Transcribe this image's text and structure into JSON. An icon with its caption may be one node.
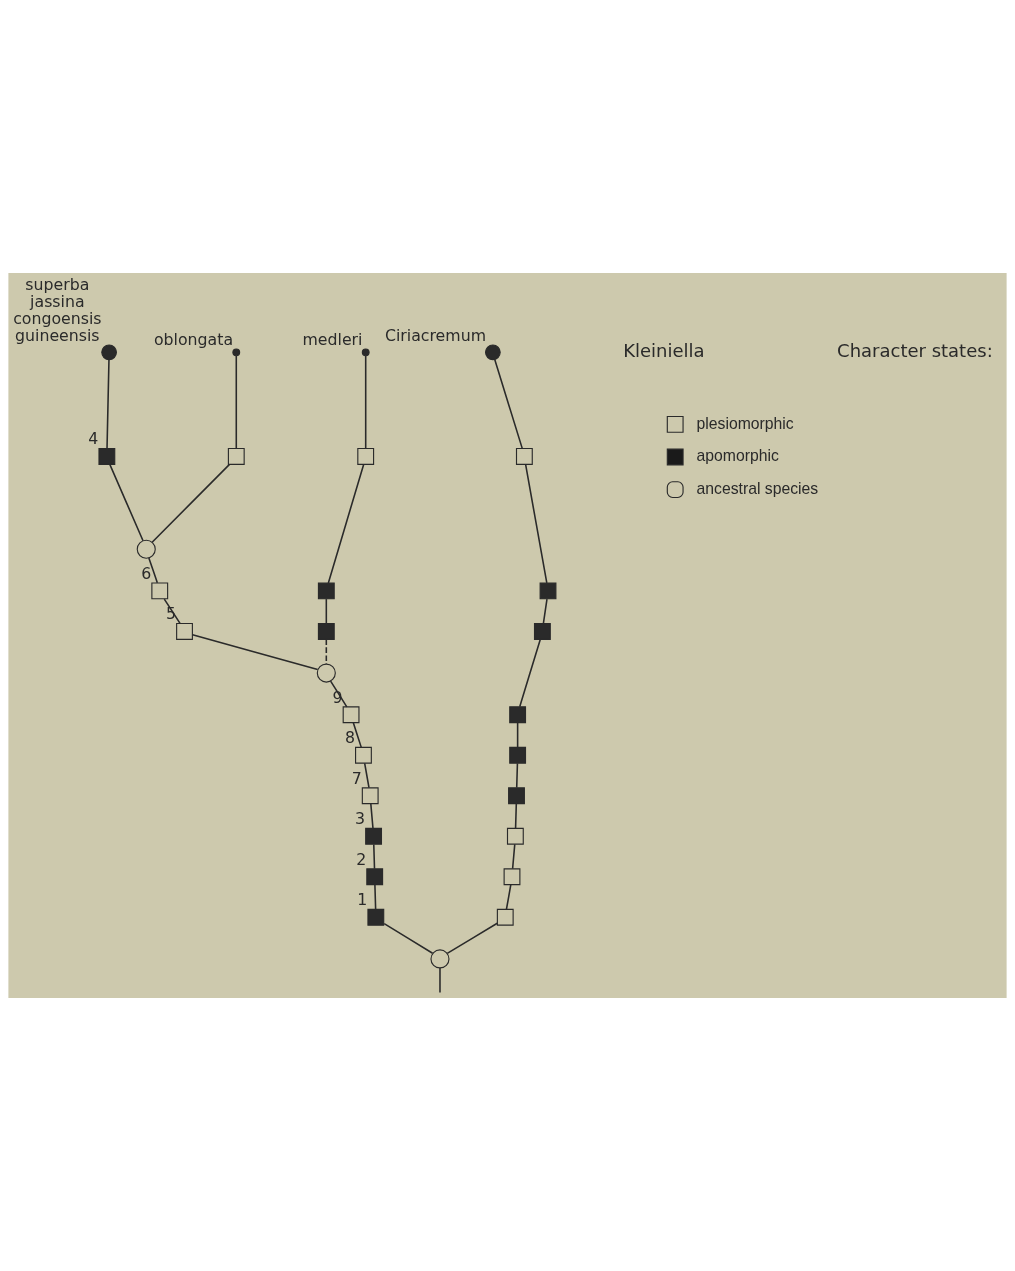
{
  "diagram": {
    "nodes": [
      {
        "text": [],
        "shape": "circle",
        "beside": [
          "superba",
          "jassina",
          "congoensis",
          "guineensis"
        ]
      },
      {
        "text": [],
        "shape": "circle",
        "beside": [
          "oblongata"
        ]
      },
      {
        "text": [],
        "shape": "circle",
        "beside": [
          "medleri"
        ]
      },
      {
        "text": [],
        "shape": "circle",
        "beside": [
          "Ciriacremum"
        ]
      },
      {
        "text": [],
        "shape": "box",
        "beside": [
          "4"
        ]
      },
      {
        "text": [],
        "shape": "box"
      },
      {
        "text": [],
        "shape": "box"
      },
      {
        "text": [],
        "shape": "box"
      },
      {
        "text": [],
        "shape": "circle"
      },
      {
        "text": [],
        "shape": "box",
        "beside": [
          "6"
        ]
      },
      {
        "text": [],
        "shape": "box"
      },
      {
        "text": [],
        "shape": "box"
      },
      {
        "text": [],
        "shape": "box",
        "beside": [
          "5"
        ]
      },
      {
        "text": [],
        "shape": "box"
      },
      {
        "text": [],
        "shape": "box"
      },
      {
        "text": [],
        "shape": "circle"
      },
      {
        "text": [],
        "shape": "box",
        "beside": [
          "9"
        ]
      },
      {
        "text": [],
        "shape": "box"
      },
      {
        "text": [],
        "shape": "box",
        "beside": [
          "8"
        ]
      },
      {
        "text": [],
        "shape": "box"
      },
      {
        "text": [],
        "shape": "box",
        "beside": [
          "7"
        ]
      },
      {
        "text": [],
        "shape": "box"
      },
      {
        "text": [],
        "shape": "box",
        "beside": [
          "3"
        ]
      },
      {
        "text": [],
        "shape": "box"
      },
      {
        "text": [],
        "shape": "box",
        "beside": [
          "2"
        ]
      },
      {
        "text": [],
        "shape": "box"
      },
      {
        "text": [],
        "shape": "box",
        "beside": [
          "1"
        ]
      },
      {
        "text": [],
        "shape": "box"
      },
      {
        "text": [],
        "shape": "circle"
      }
    ],
    "edges": [
      {
        "from": 0,
        "to": 4,
        "arrow": "none"
      },
      {
        "from": 1,
        "to": 5,
        "arrow": "none"
      },
      {
        "from": 2,
        "to": 6,
        "arrow": "none"
      },
      {
        "from": 3,
        "to": 7,
        "arrow": "none"
      },
      {
        "from": 4,
        "to": 8,
        "arrow": "none"
      },
      {
        "from": 5,
        "to": 8,
        "arrow": "none"
      },
      {
        "from": 8,
        "to": 9,
        "arrow": "none"
      },
      {
        "from": 9,
        "to": 12,
        "arrow": "none"
      },
      {
        "from": 12,
        "to": 15,
        "arrow": "none"
      },
      {
        "from": 6,
        "to": 10,
        "arrow": "none"
      },
      {
        "from": 10,
        "to": 13,
        "arrow": "none"
      },
      {
        "from": 13,
        "to": 15,
        "arrow": "none",
        "style": "dashed"
      },
      {
        "from": 15,
        "to": 16,
        "arrow": "none"
      },
      {
        "from": 16,
        "to": 18,
        "arrow": "none"
      },
      {
        "from": 18,
        "to": 20,
        "arrow": "none"
      },
      {
        "from": 20,
        "to": 22,
        "arrow": "none"
      },
      {
        "from": 22,
        "to": 24,
        "arrow": "none"
      },
      {
        "from": 24,
        "to": 26,
        "arrow": "none"
      },
      {
        "from": 26,
        "to": 28,
        "arrow": "none"
      },
      {
        "from": 7,
        "to": 11,
        "arrow": "none"
      },
      {
        "from": 11,
        "to": 14,
        "arrow": "none"
      },
      {
        "from": 14,
        "to": 17,
        "arrow": "none"
      },
      {
        "from": 17,
        "to": 19,
        "arrow": "none"
      },
      {
        "from": 19,
        "to": 21,
        "arrow": "none"
      },
      {
        "from": 21,
        "to": 23,
        "arrow": "none"
      },
      {
        "from": 23,
        "to": 25,
        "arrow": "none"
      },
      {
        "from": 25,
        "to": 27,
        "arrow": "none"
      },
      {
        "from": 27,
        "to": 28,
        "arrow": "none"
      },
      {
        "from": null,
        "to": 28,
        "arrow": "none"
      }
    ],
    "labels": [
      "Kleiniella",
      "Character states:"
    ],
    "legend": [
      {
        "text": "plesiomorphic"
      },
      {
        "text": "apomorphic",
        "color": "#1a1a1a"
      },
      {
        "text": "ancestral species"
      }
    ]
  }
}
